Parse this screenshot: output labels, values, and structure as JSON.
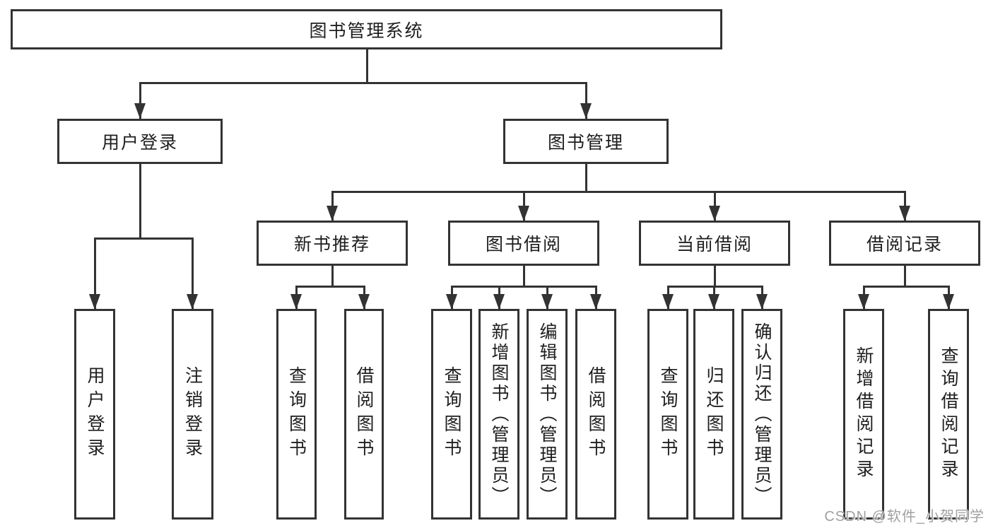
{
  "diagram": {
    "root": {
      "label": "图书管理系统"
    },
    "level2": [
      {
        "label": "用户登录"
      },
      {
        "label": "图书管理"
      }
    ],
    "level3": [
      {
        "label": "新书推荐"
      },
      {
        "label": "图书借阅"
      },
      {
        "label": "当前借阅"
      },
      {
        "label": "借阅记录"
      }
    ],
    "leaves": {
      "user_login": [
        "用户登录",
        "注销登录"
      ],
      "new_books": [
        "查询图书",
        "借阅图书"
      ],
      "book_borrow": [
        "查询图书",
        "新增图书（管理员）",
        "编辑图书（管理员）",
        "借阅图书"
      ],
      "current_borrow": [
        "查询图书",
        "归还图书",
        "确认归还（管理员）"
      ],
      "borrow_records": [
        "新增借阅记录",
        "查询借阅记录"
      ]
    }
  },
  "watermark": {
    "text": "CSDN @软件_小贺同学"
  },
  "colors": {
    "line": "#333333",
    "text": "#1e1e1e",
    "watermark": "#a0a0a0",
    "background": "#ffffff"
  }
}
